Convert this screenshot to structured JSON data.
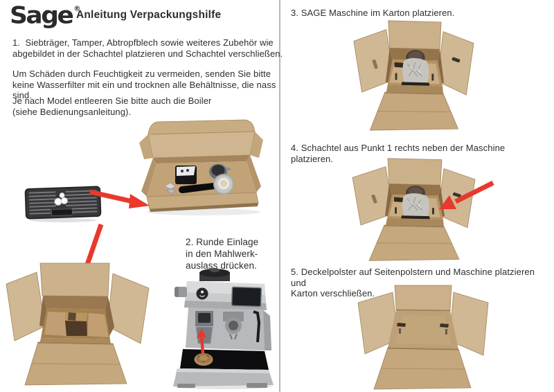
{
  "colors": {
    "arrow_red": "#e8392c",
    "divider_gray": "#b6b6b6",
    "text_color": "#2d2d2d",
    "cardboard": "#c8ab80",
    "cardboard_dark": "#9c7a50",
    "grille_dark": "#37373a",
    "machine_silver": "#b7b9bc"
  },
  "header": {
    "logo": "Sage",
    "logo_mark": "®",
    "title": "Anleitung Verpackungshilfe"
  },
  "left_column": {
    "step1": "1.  Siebträger, Tamper, Abtropfblech sowie weiteres Zubehör wie\nabgebildet in der Schachtel platzieren und Schachtel verschließen.",
    "note_moisture": "Um Schäden durch Feuchtigkeit zu vermeiden, senden Sie bitte\nkeine Wasserfilter mit ein und trocknen alle Behältnisse, die nass sind.",
    "note_boiler": "Je nach Model entleeren Sie bitte auch die Boiler\n(siehe Bedienungsanleitung).",
    "step2": "2. Runde Einlage\nin den Mahlwerk-\nauslass drücken."
  },
  "right_column": {
    "step3": "3. SAGE Maschine im Karton platzieren.",
    "step4": "4. Schachtel aus Punkt 1 rechts neben der Maschine platzieren.",
    "step5": "5. Deckelpolster auf Seitenpolstern und Maschine platzieren und\nKarton verschließen."
  }
}
